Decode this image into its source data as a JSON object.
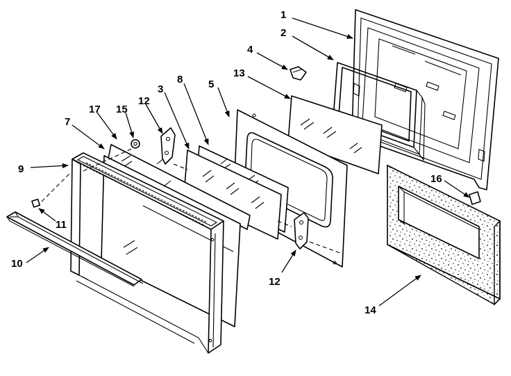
{
  "diagram": {
    "callouts": [
      "1",
      "2",
      "3",
      "4",
      "5",
      "7",
      "8",
      "9",
      "10",
      "11",
      "12",
      "12",
      "13",
      "14",
      "15",
      "16",
      "17"
    ]
  }
}
